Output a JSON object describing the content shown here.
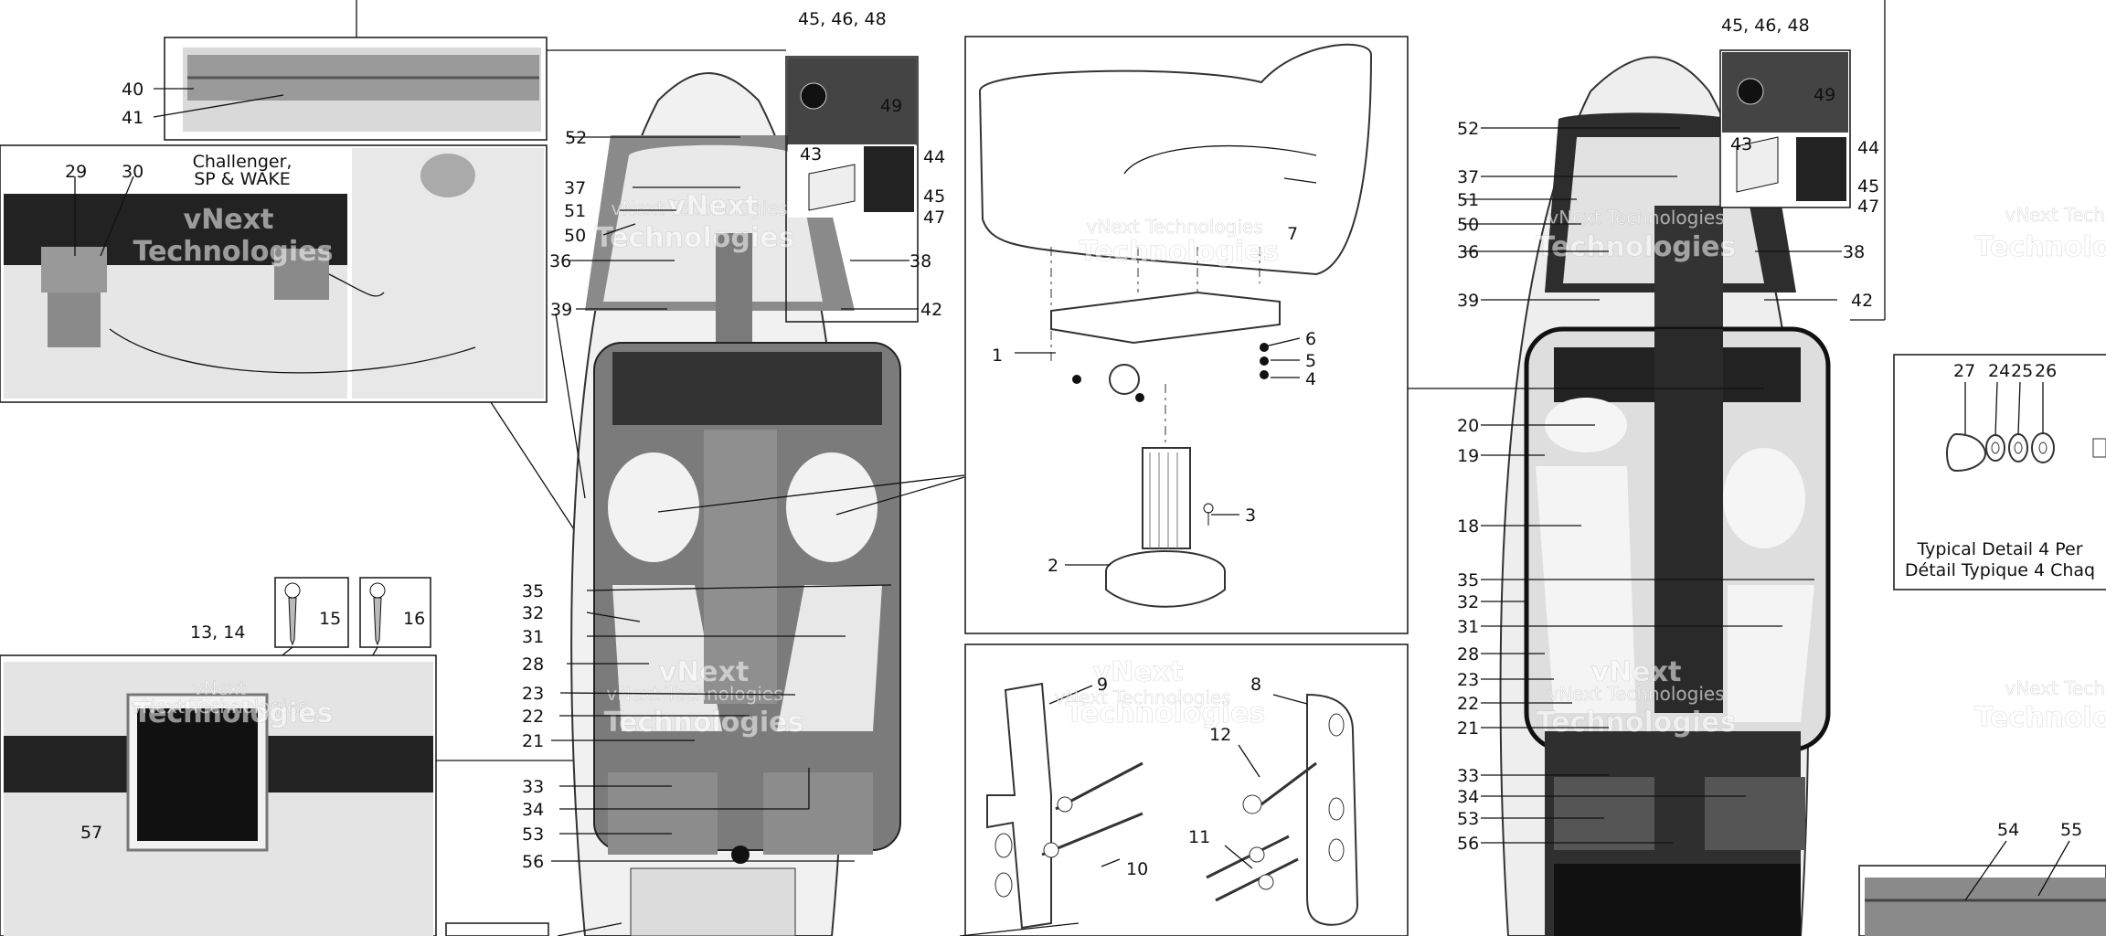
{
  "captions": {
    "challenger": "Challenger,",
    "sp_wake": "SP & WAKE",
    "typical_detail_en": "Typical Detail 4 Per",
    "typical_detail_fr": "Détail Typique 4 Chaq"
  },
  "watermark": {
    "full": "vNext Technologies",
    "line1": "vNext",
    "line2": "Technologies"
  },
  "labels": {
    "l1": "1",
    "l2": "2",
    "l3": "3",
    "l4": "4",
    "l5": "5",
    "l6": "6",
    "l7": "7",
    "l8": "8",
    "l9": "9",
    "l10": "10",
    "l11": "11",
    "l12": "12",
    "l13_14": "13, 14",
    "l15": "15",
    "l16": "16",
    "l18": "18",
    "l19": "19",
    "l20": "20",
    "l21": "21",
    "l22": "22",
    "l23": "23",
    "l24": "24",
    "l25": "25",
    "l26": "26",
    "l27": "27",
    "l28": "28",
    "l29": "29",
    "l30": "30",
    "l31": "31",
    "l32": "32",
    "l33": "33",
    "l34": "34",
    "l35": "35",
    "l36": "36",
    "l37": "37",
    "l38": "38",
    "l39": "39",
    "l40": "40",
    "l41": "41",
    "l42": "42",
    "l43": "43",
    "l44": "44",
    "l45": "45",
    "l45_46_48": "45, 46, 48",
    "l47": "47",
    "l49": "49",
    "l50": "50",
    "l51": "51",
    "l52": "52",
    "l53": "53",
    "l54": "54",
    "l55": "55",
    "l56": "56",
    "l57": "57"
  }
}
